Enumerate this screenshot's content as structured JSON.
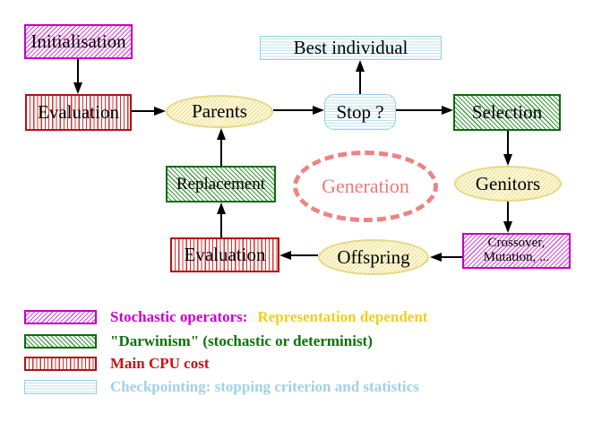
{
  "diagram": {
    "nodes": {
      "initialisation": "Initialisation",
      "evaluation_top": "Evaluation",
      "parents": "Parents",
      "best_individual": "Best individual",
      "stop": "Stop ?",
      "selection": "Selection",
      "replacement": "Replacement",
      "generation": "Generation",
      "genitors": "Genitors",
      "evaluation_bottom": "Evaluation",
      "offspring": "Offspring",
      "crossover_line1": "Crossover,",
      "crossover_line2": "Mutation, ..."
    },
    "legend": {
      "stochastic_label": "Stochastic operators:",
      "representation_label": "Representation dependent",
      "darwinism_label": "\"Darwinism\" (stochastic or determinist)",
      "cpu_label": "Main CPU cost",
      "checkpoint_label": "Checkpointing: stopping criterion and statistics"
    },
    "colors": {
      "magenta": "#cc00cc",
      "gold": "#f0d018",
      "green": "#0b720b",
      "red": "#cc1111",
      "cyan": "#a0d2e8",
      "salmon": "#ee8383",
      "yellow_border": "#e6d882",
      "arrow": "#000000"
    }
  }
}
